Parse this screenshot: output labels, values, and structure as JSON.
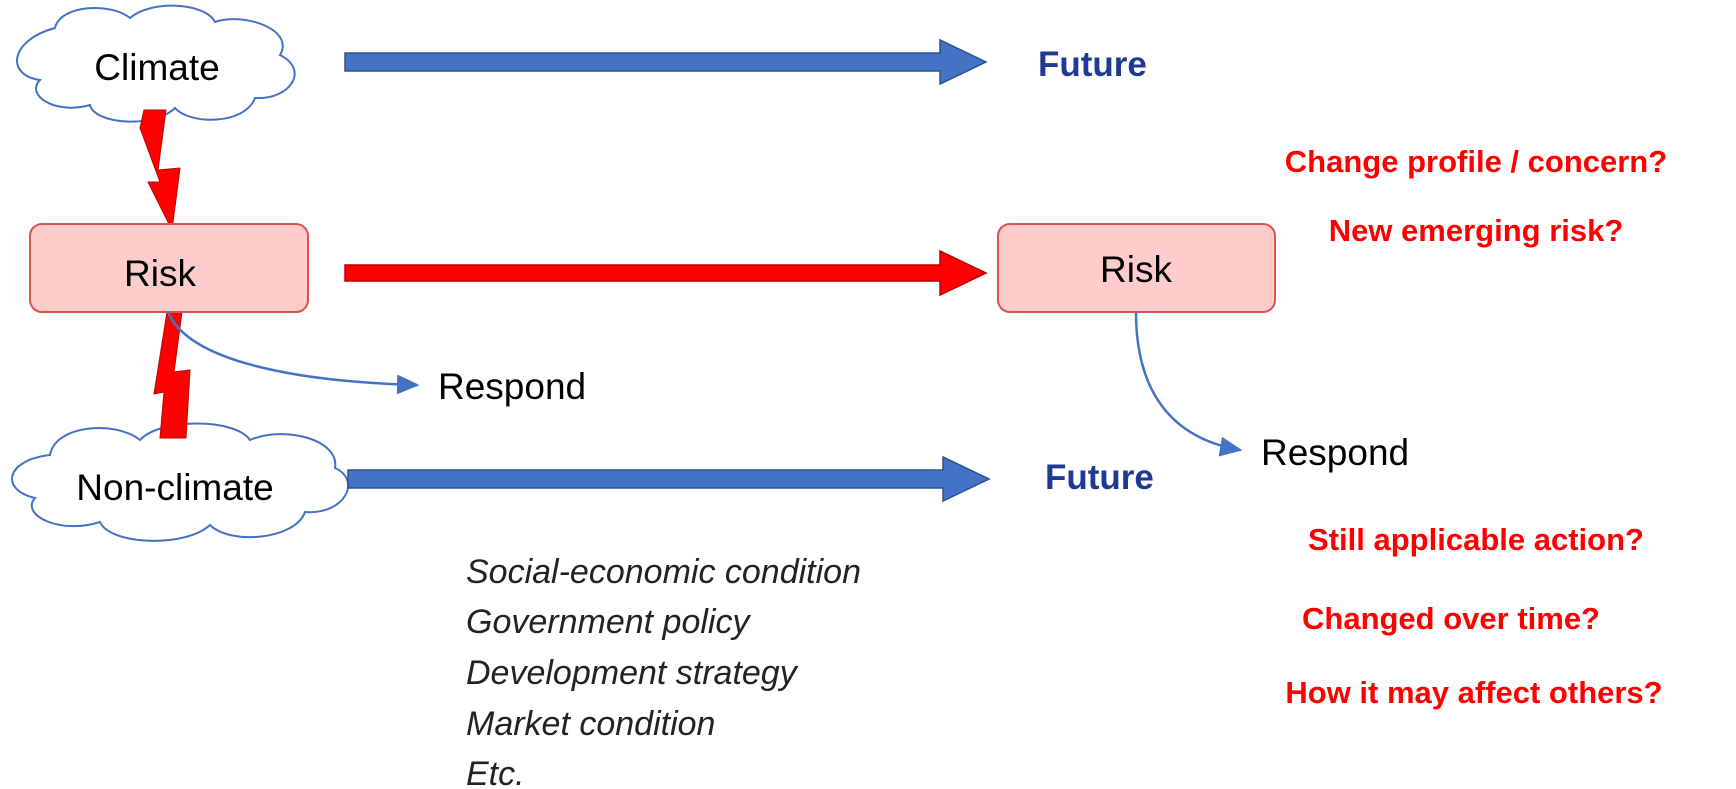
{
  "nodes": {
    "climate": "Climate",
    "non_climate": "Non-climate",
    "risk_now": "Risk",
    "risk_future": "Risk",
    "respond_now": "Respond",
    "respond_future": "Respond",
    "future_top": "Future",
    "future_bottom": "Future"
  },
  "questions": {
    "change_profile": "Change profile / concern?",
    "new_risk": "New emerging risk?",
    "still_applicable": "Still applicable action?",
    "changed_over_time": "Changed over time?",
    "affect_others": "How it may affect others?"
  },
  "non_climate_factors": [
    "Social-economic condition",
    "Government policy",
    "Development strategy",
    "Market condition",
    "Etc."
  ],
  "colors": {
    "blue_arrow": "#4472c4",
    "red_arrow": "#ff0000",
    "risk_fill": "#ffcccc",
    "risk_stroke": "#d9534f",
    "future_text": "#1f3a93",
    "question_text": "#ff0000"
  }
}
